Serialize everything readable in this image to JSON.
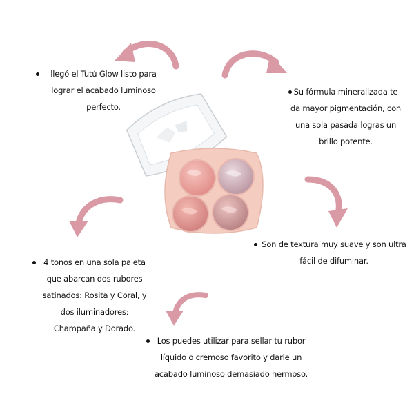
{
  "brand_color": "#d99aa5",
  "notes": [
    {
      "lines": [
        "llegó el Tutú Glow listo para",
        "lograr el acabado luminoso",
        "perfecto."
      ]
    },
    {
      "lines": [
        "Su fórmula mineralizada te",
        "da mayor pigmentación, con",
        "una sola pasada logras un",
        "brillo potente."
      ]
    },
    {
      "lines": [
        "Son de textura muy suave y son ultra",
        "fácil de difuminar."
      ]
    },
    {
      "lines": [
        "4 tonos en una sola paleta",
        "que abarcan dos rubores",
        "satinados: Rosita y Coral, y",
        "dos iluminadores:",
        "Champaña y Dorado."
      ]
    },
    {
      "lines": [
        "Los puedes utilizar para sellar tu rubor",
        "líquido o cremoso favorito y darle un",
        "acabado luminoso demasiado hermoso."
      ]
    }
  ],
  "product": {
    "name": "Tutú Glow",
    "shades": [
      {
        "name": "Rosita",
        "color": "#e69a94"
      },
      {
        "name": "Champaña",
        "color": "#c9a9b3"
      },
      {
        "name": "Coral",
        "color": "#d98a86"
      },
      {
        "name": "Dorado",
        "color": "#c48a8b"
      }
    ]
  }
}
